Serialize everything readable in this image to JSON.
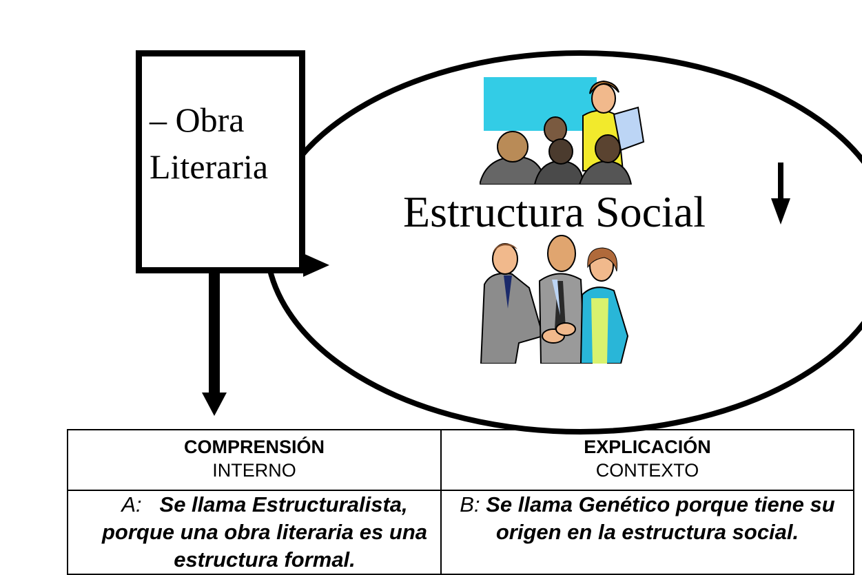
{
  "obra_label": "– Obra Literaria",
  "social_label": "Estructura Social",
  "table": {
    "left_header": "COMPRENSIÓN",
    "left_sub": "INTERNO",
    "right_header": "EXPLICACIÓN",
    "right_sub": "CONTEXTO",
    "left_label": "A:",
    "left_text": "Se llama Estructuralista, porque una obra literaria es una estructura formal.",
    "right_label": "B:",
    "right_text": "Se llama Genético porque tiene su origen en la estructura social."
  },
  "colors": {
    "line": "#000000",
    "board": "#33cce6",
    "skin": "#f1b98c",
    "suit_gray": "#8c8c8c",
    "teal_jacket": "#29b6d8",
    "yellow_blouse": "#f2ea2c"
  },
  "icons": [
    "meeting-clipart-icon",
    "handshake-clipart-icon"
  ]
}
